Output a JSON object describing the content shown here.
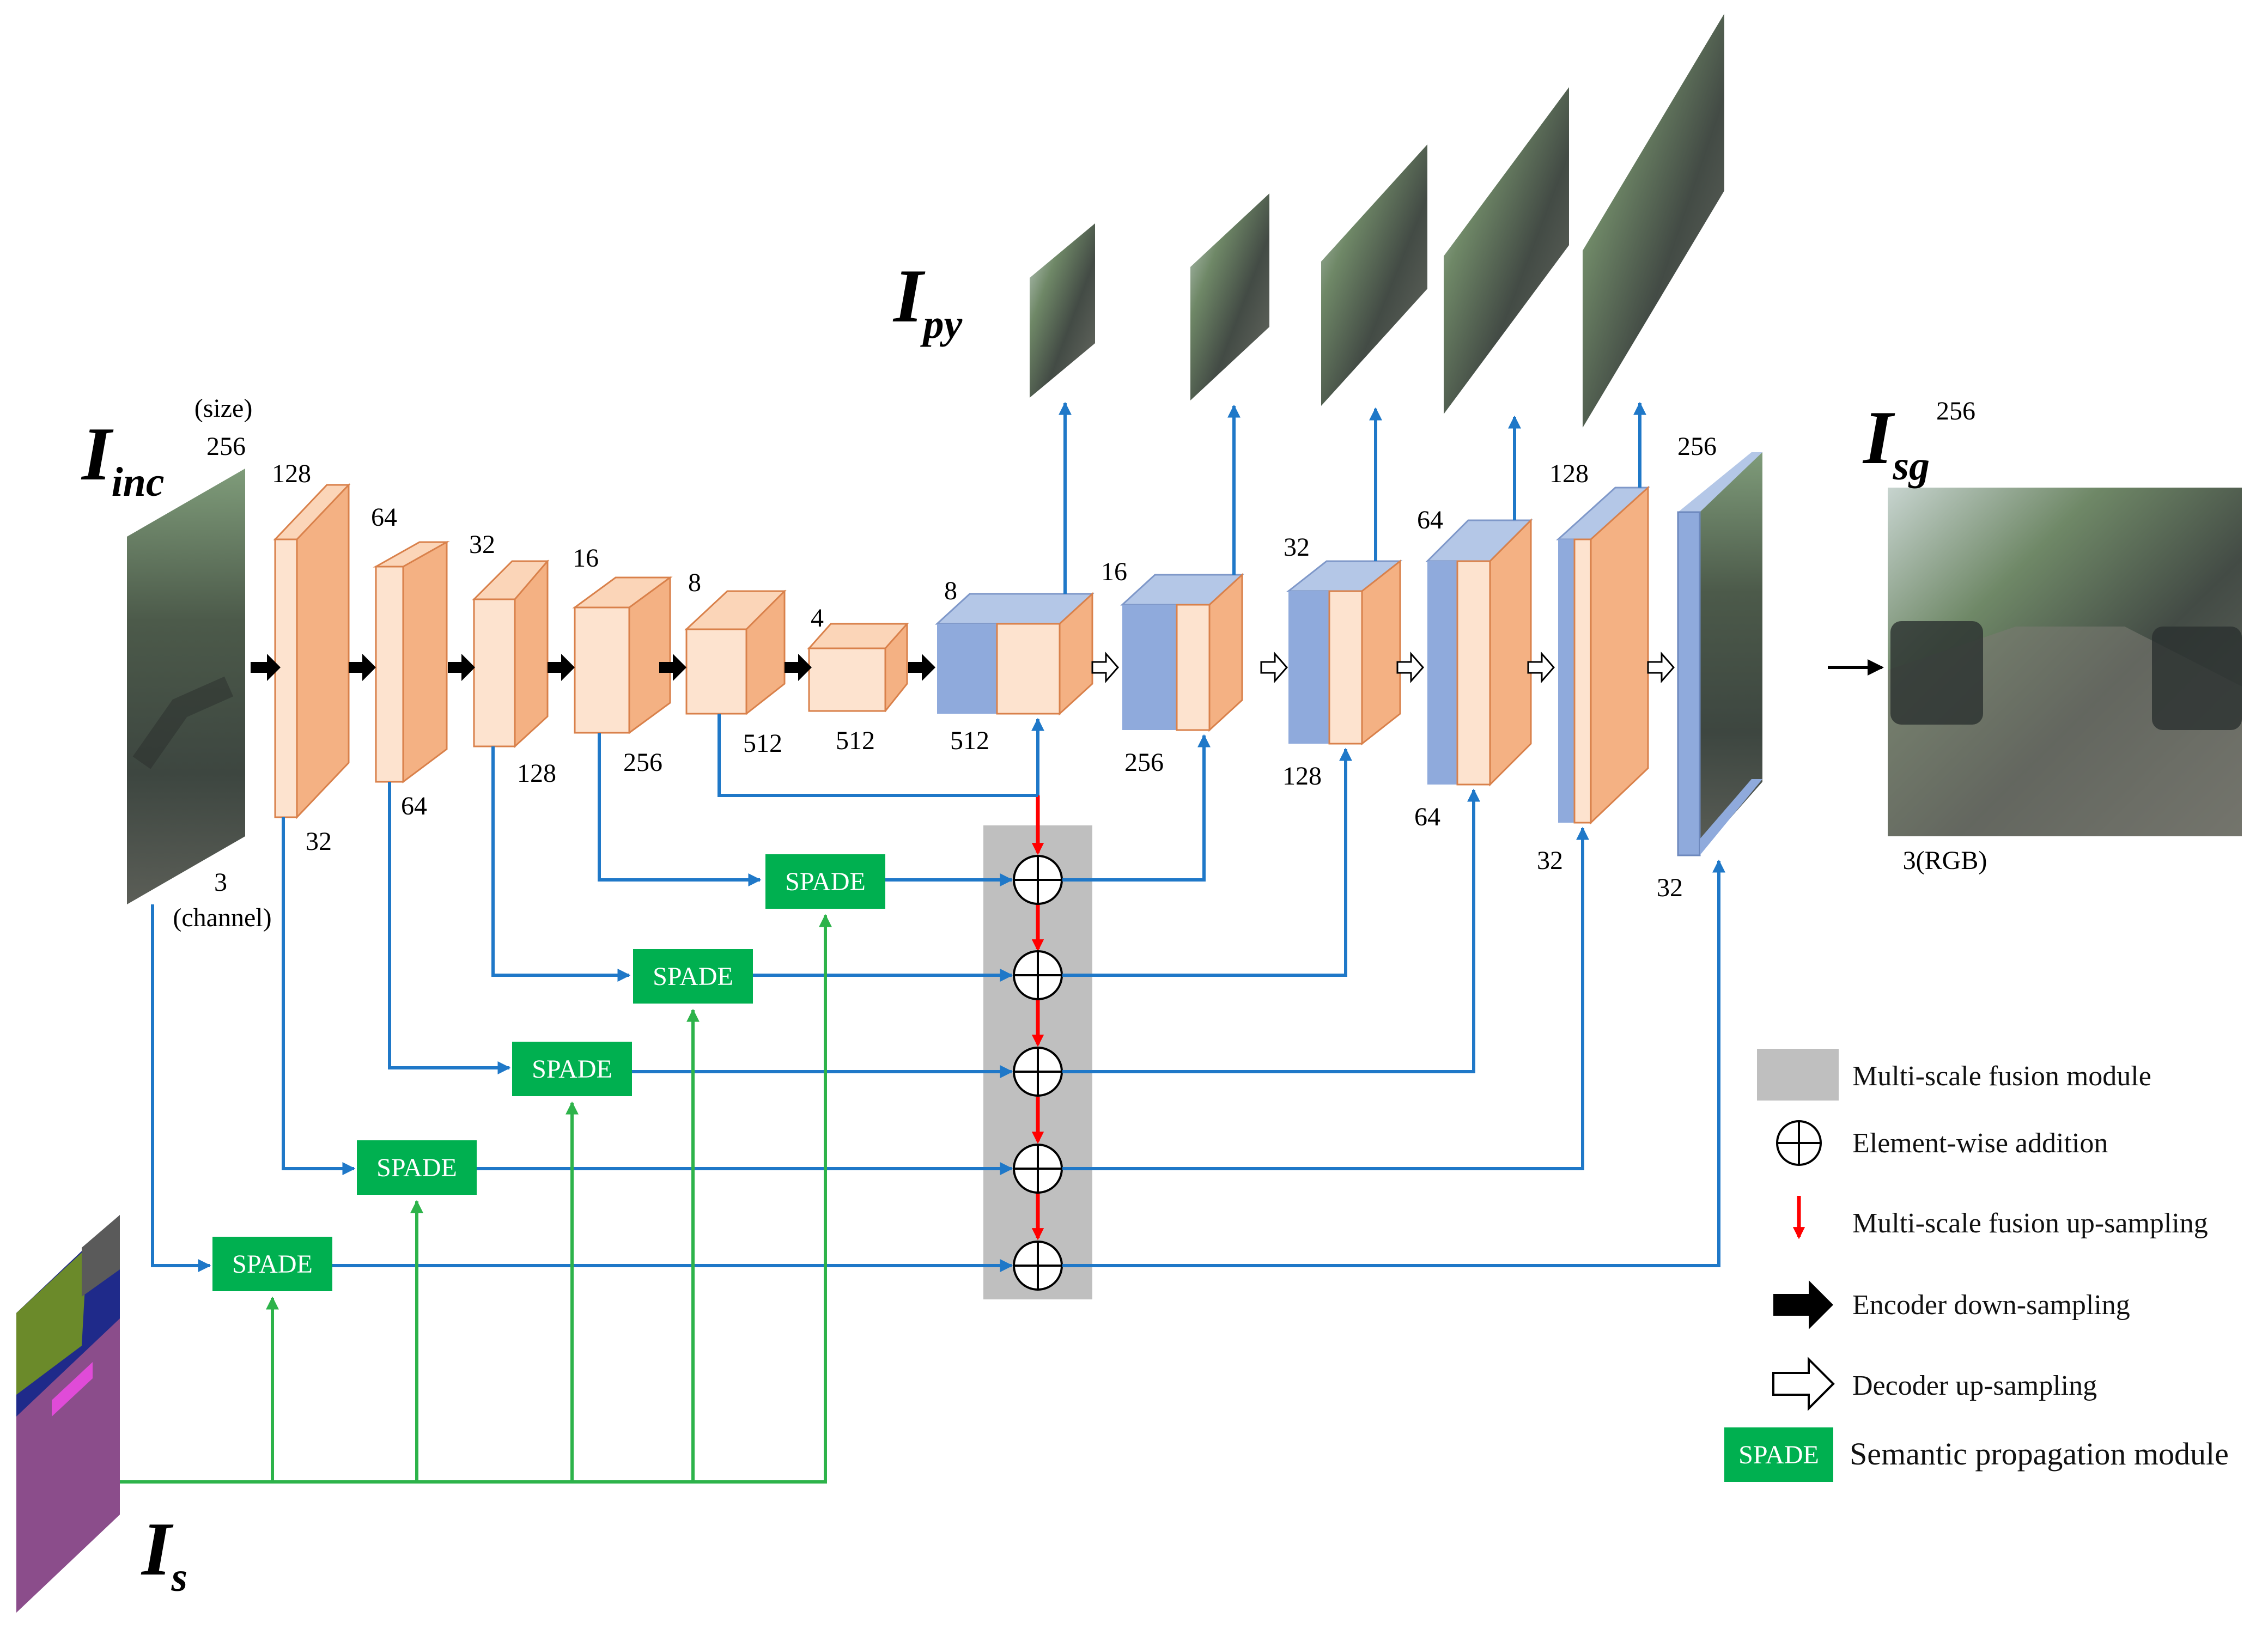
{
  "labels": {
    "i_inc": {
      "main": "I",
      "sub": "inc"
    },
    "i_py": {
      "main": "I",
      "sub": "py"
    },
    "i_sg": {
      "main": "I",
      "sub": "sg"
    },
    "i_s": {
      "main": "I",
      "sub": "s"
    },
    "size_caption": "(size)",
    "channel_caption": "(channel)",
    "input_size": "256",
    "input_channels": "3",
    "output_size": "256",
    "output_channels": "3(RGB)"
  },
  "encoder": {
    "sizes": [
      "128",
      "64",
      "32",
      "16",
      "8",
      "4"
    ],
    "channels": [
      "32",
      "64",
      "128",
      "256",
      "512",
      "512"
    ]
  },
  "decoder": {
    "sizes": [
      "8",
      "16",
      "32",
      "64",
      "128",
      "256"
    ],
    "channels": [
      "512",
      "256",
      "128",
      "64",
      "32",
      "32"
    ]
  },
  "spade_label": "SPADE",
  "legend": {
    "fusion_module": "Multi-scale fusion module",
    "element_addition": "Element-wise addition",
    "fusion_upsampling": "Multi-scale fusion up-sampling",
    "encoder_downsampling": "Encoder down-sampling",
    "decoder_upsampling": "Decoder up-sampling",
    "spade_badge": "SPADE",
    "spade_module": "Semantic propagation module"
  },
  "colors": {
    "encoder_fill": "#fde3cf",
    "encoder_dark": "#f4b183",
    "decoder_blue": "#8faadc",
    "skip_line": "#1f78c8",
    "semantic_line": "#2db34a",
    "spade_fill": "#00b050",
    "fusion_bg": "#bfbfbf",
    "fusion_arrow": "#ff0000"
  }
}
